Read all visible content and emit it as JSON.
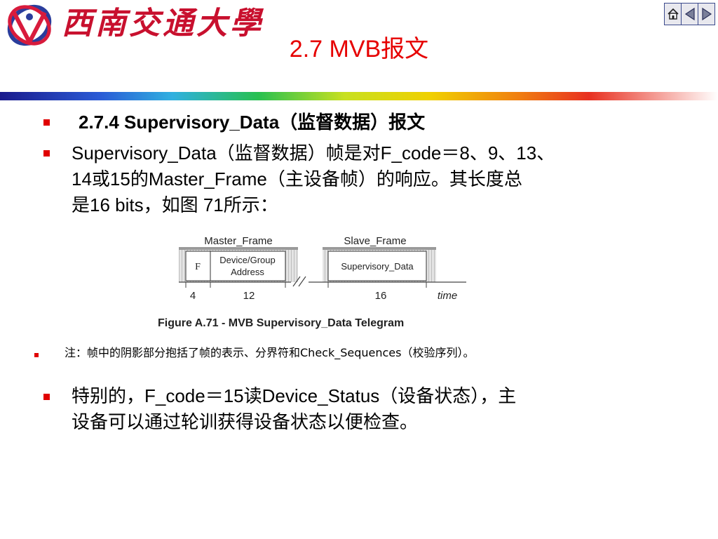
{
  "header": {
    "university_name": "西南交通大學",
    "slide_title": "2.7 MVB报文"
  },
  "nav": {
    "home_icon": "home-icon",
    "prev_icon": "triangle-left-icon",
    "next_icon": "triangle-right-icon"
  },
  "colors": {
    "accent": "#e60000",
    "bullet": "#e00000",
    "nav_border": "#3b4a8c"
  },
  "content": {
    "heading": "2.7.4 Supervisory_Data（监督数据）报文",
    "paragraph1": [
      "Supervisory_Data（监督数据）帧是对F_code＝8、9、13、",
      "14或15的Master_Frame（主设备帧）的响应。其长度总",
      "是16 bits，如图 71所示："
    ],
    "note": "注：帧中的阴影部分抱括了帧的表示、分界符和Check_Sequences（校验序列）。",
    "paragraph2": [
      "特别的，F_code＝15读Device_Status（设备状态），主",
      "设备可以通过轮训获得设备状态以便检查。"
    ]
  },
  "figure": {
    "master_label": "Master_Frame",
    "slave_label": "Slave_Frame",
    "field_f": "F",
    "field_address_line1": "Device/Group",
    "field_address_line2": "Address",
    "field_data": "Supervisory_Data",
    "len_f": "4",
    "len_address": "12",
    "len_data": "16",
    "time_label": "time",
    "caption": "Figure A.71 - MVB Supervisory_Data Telegram"
  }
}
